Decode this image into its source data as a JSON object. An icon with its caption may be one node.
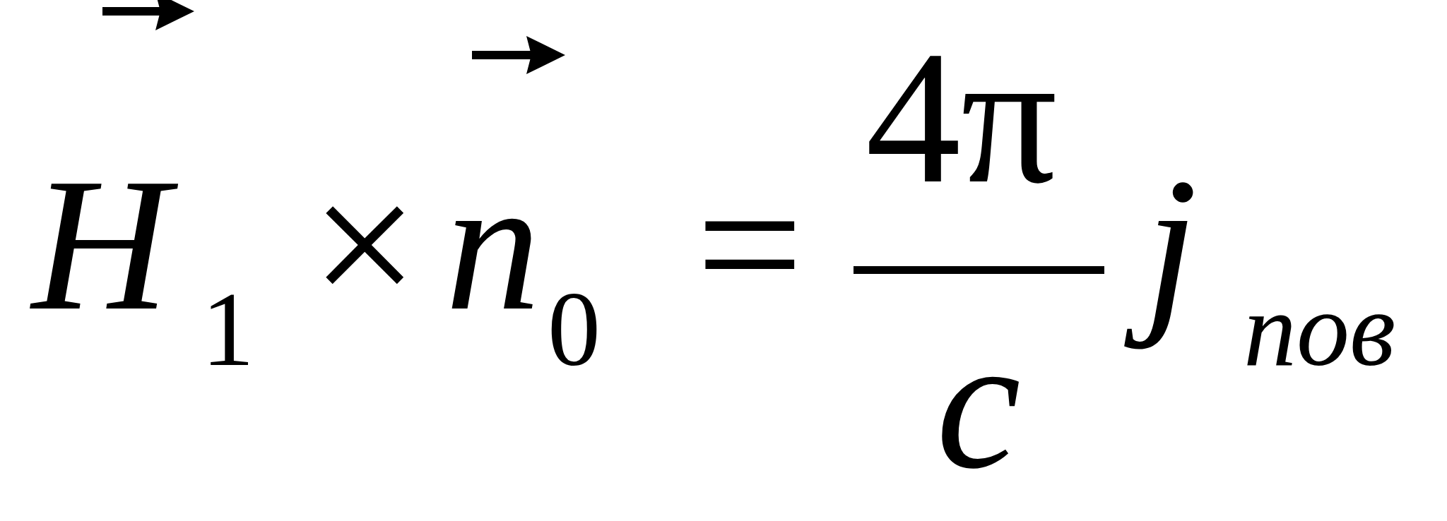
{
  "diagram": {
    "labels": [
      "H",
      "1",
      "×",
      "n",
      "0",
      "=",
      "4π",
      "c",
      "j",
      "пов"
    ]
  }
}
